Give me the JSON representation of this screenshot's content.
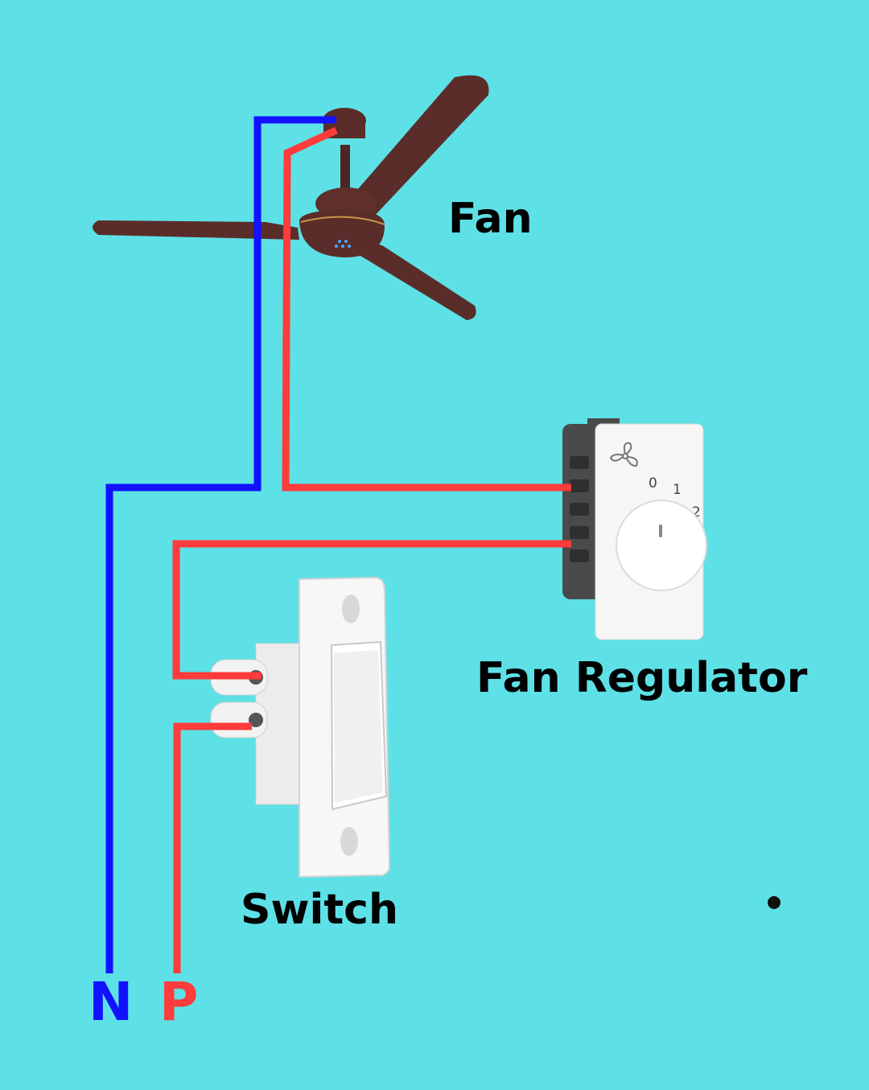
{
  "labels": {
    "fan": "Fan",
    "regulator": "Fan Regulator",
    "switch": "Switch",
    "neutral": "N",
    "phase": "P"
  },
  "regulator_dial": [
    "0",
    "1",
    "2"
  ],
  "colors": {
    "background": "#5de1e6",
    "neutral_wire": "#1212ff",
    "phase_wire": "#ff3b3b",
    "neutral_label": "#1212ff",
    "phase_label": "#ff3b3b",
    "fan_body": "#5a2d2a",
    "regulator_housing": "#4a4a4a",
    "device_white": "#f5f5f5"
  }
}
